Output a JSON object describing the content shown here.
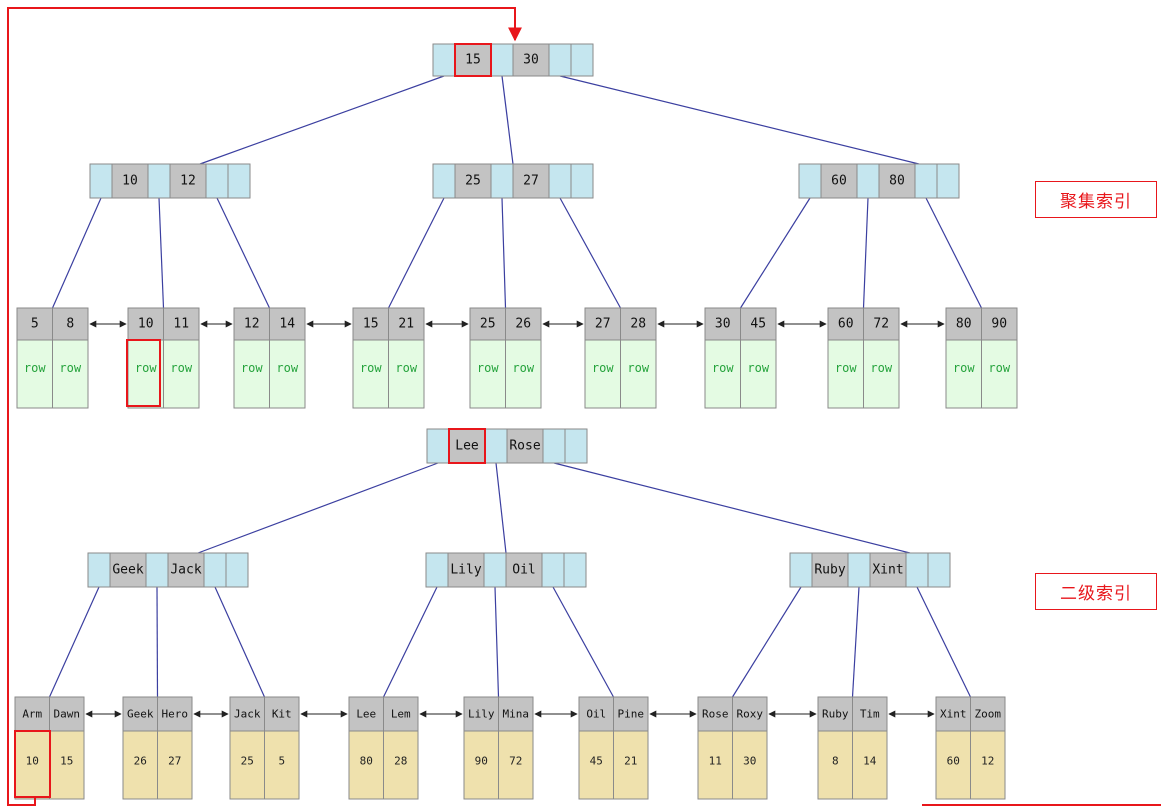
{
  "clustered_index": {
    "label": "聚集索引",
    "root": [
      "15",
      "30"
    ],
    "internal": [
      [
        "10",
        "12"
      ],
      [
        "25",
        "27"
      ],
      [
        "60",
        "80"
      ]
    ],
    "leaves": [
      {
        "keys": [
          "5",
          "8"
        ],
        "rows": [
          "row",
          "row"
        ]
      },
      {
        "keys": [
          "10",
          "11"
        ],
        "rows": [
          "row",
          "row"
        ]
      },
      {
        "keys": [
          "12",
          "14"
        ],
        "rows": [
          "row",
          "row"
        ]
      },
      {
        "keys": [
          "15",
          "21"
        ],
        "rows": [
          "row",
          "row"
        ]
      },
      {
        "keys": [
          "25",
          "26"
        ],
        "rows": [
          "row",
          "row"
        ]
      },
      {
        "keys": [
          "27",
          "28"
        ],
        "rows": [
          "row",
          "row"
        ]
      },
      {
        "keys": [
          "30",
          "45"
        ],
        "rows": [
          "row",
          "row"
        ]
      },
      {
        "keys": [
          "60",
          "72"
        ],
        "rows": [
          "row",
          "row"
        ]
      },
      {
        "keys": [
          "80",
          "90"
        ],
        "rows": [
          "row",
          "row"
        ]
      }
    ]
  },
  "secondary_index": {
    "label": "二级索引",
    "root": [
      "Lee",
      "Rose"
    ],
    "internal": [
      [
        "Geek",
        "Jack"
      ],
      [
        "Lily",
        "Oil"
      ],
      [
        "Ruby",
        "Xint"
      ]
    ],
    "leaves": [
      {
        "keys": [
          "Arm",
          "Dawn"
        ],
        "ids": [
          "10",
          "15"
        ]
      },
      {
        "keys": [
          "Geek",
          "Hero"
        ],
        "ids": [
          "26",
          "27"
        ]
      },
      {
        "keys": [
          "Jack",
          "Kit"
        ],
        "ids": [
          "25",
          "5"
        ]
      },
      {
        "keys": [
          "Lee",
          "Lem"
        ],
        "ids": [
          "80",
          "28"
        ]
      },
      {
        "keys": [
          "Lily",
          "Mina"
        ],
        "ids": [
          "90",
          "72"
        ]
      },
      {
        "keys": [
          "Oil",
          "Pine"
        ],
        "ids": [
          "45",
          "21"
        ]
      },
      {
        "keys": [
          "Rose",
          "Roxy"
        ],
        "ids": [
          "11",
          "30"
        ]
      },
      {
        "keys": [
          "Ruby",
          "Tim"
        ],
        "ids": [
          "8",
          "14"
        ]
      },
      {
        "keys": [
          "Xint",
          "Zoom"
        ],
        "ids": [
          "60",
          "12"
        ]
      }
    ]
  },
  "colors": {
    "pointer": "#c5e6ef",
    "key": "#c3c3c3",
    "row_cell": "#e4fbe3",
    "row_text": "#25a33c",
    "id_cell": "#efe1ad",
    "edge": "#3b3fa0",
    "highlight": "#e8161b",
    "border": "#8a8a8a"
  }
}
